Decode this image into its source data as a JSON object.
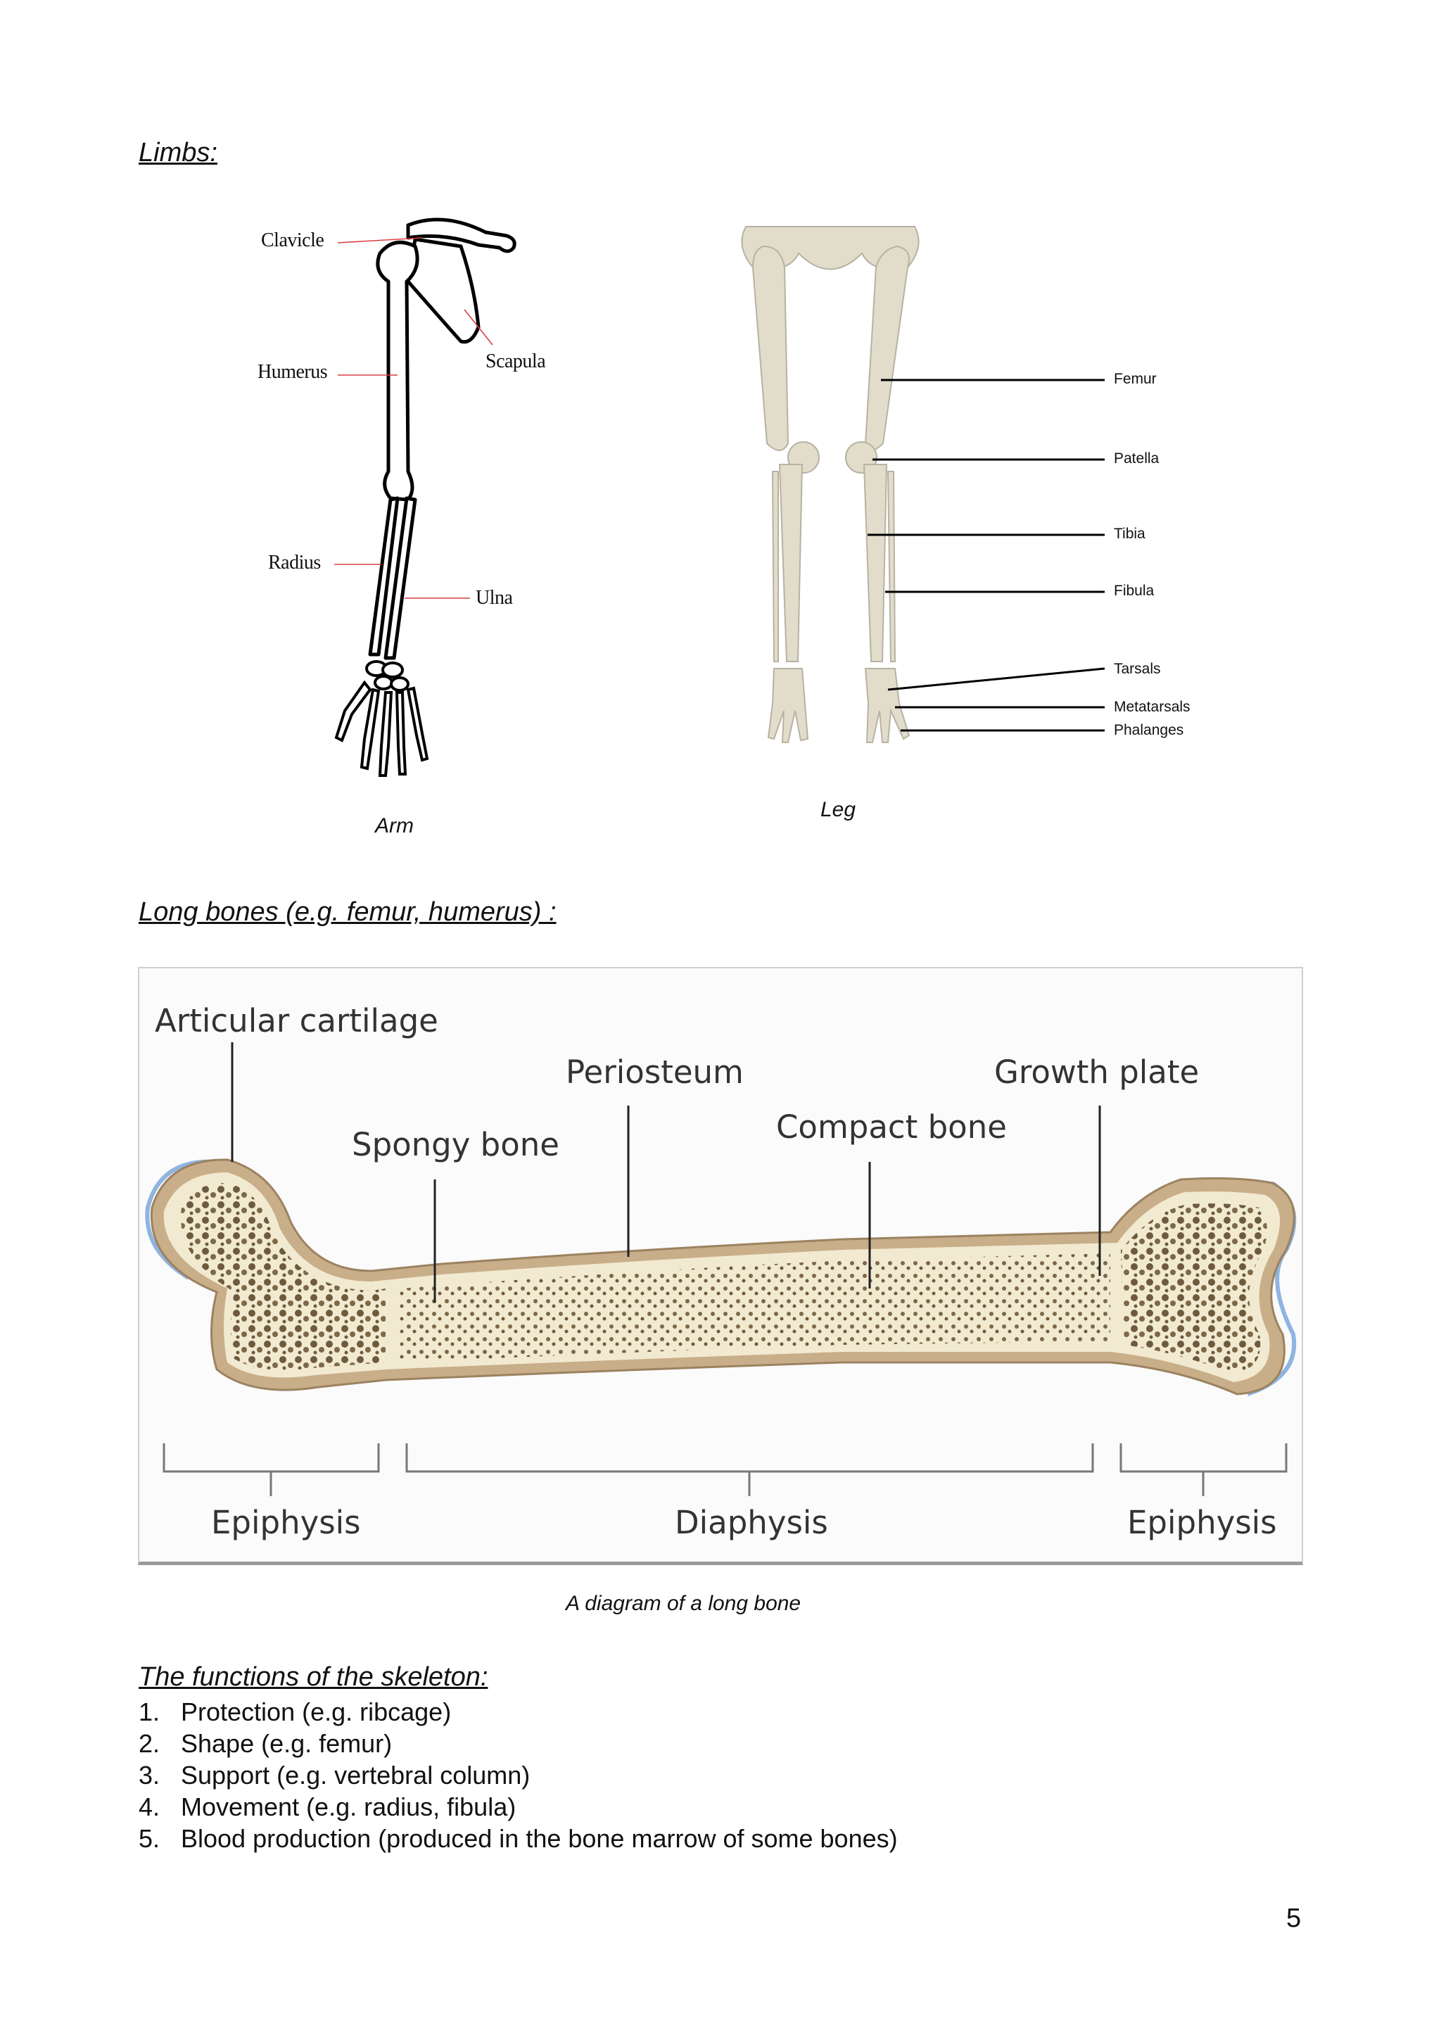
{
  "limbs": {
    "heading": "Limbs:",
    "arm": {
      "caption": "Arm",
      "labels": [
        "Clavicle",
        "Humerus",
        "Scapula",
        "Radius",
        "Ulna"
      ]
    },
    "leg": {
      "caption": "Leg",
      "labels": [
        "Femur",
        "Patella",
        "Tibia",
        "Fibula",
        "Tarsals",
        "Metatarsals",
        "Phalanges"
      ]
    }
  },
  "long_bones": {
    "heading": "Long bones (e.g.  femur, humerus) :",
    "labels": {
      "articular_cartilage": "Articular cartilage",
      "periosteum": "Periosteum",
      "growth_plate": "Growth plate",
      "spongy_bone": "Spongy bone",
      "compact_bone": "Compact bone",
      "epiphysis_left": "Epiphysis",
      "diaphysis": "Diaphysis",
      "epiphysis_right": "Epiphysis"
    },
    "caption": "A diagram of a long bone"
  },
  "functions": {
    "heading": "The functions of the skeleton:",
    "items": [
      {
        "num": "1.",
        "text": "Protection (e.g. ribcage)"
      },
      {
        "num": "2.",
        "text": "Shape (e.g. femur)"
      },
      {
        "num": "3.",
        "text": "Support (e.g. vertebral column)"
      },
      {
        "num": "4.",
        "text": "Movement (e.g. radius, fibula)"
      },
      {
        "num": "5.",
        "text": "Blood production (produced in the bone marrow of some bones)"
      }
    ]
  },
  "page_number": "5",
  "colors": {
    "arm_leader": "#d94040",
    "bone_fill": "#f1ead0",
    "periosteum": "#b49a7a",
    "marrow_dots": "#6e5a3e",
    "cartilage": "#8fb4e0",
    "leg_bone": "#e2dccb"
  }
}
